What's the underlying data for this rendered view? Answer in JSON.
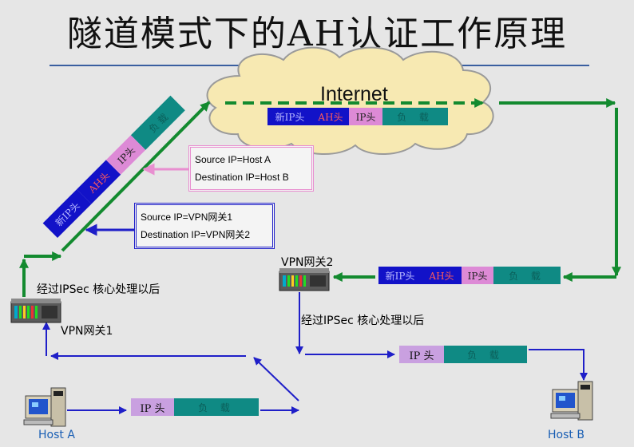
{
  "title": "隧道模式下的AH认证工作原理",
  "cloud": {
    "label": "Internet"
  },
  "packets": {
    "tunnel": {
      "new_ip": "新IP头",
      "ah": "AH头",
      "ip": "IP头",
      "payload": "负 载"
    },
    "plain": {
      "ip": "IP 头",
      "payload": "负 载"
    }
  },
  "source_box": {
    "line1": "Source IP=Host A",
    "line2": "Destination IP=Host B"
  },
  "vpn_box": {
    "line1": "Source IP=VPN网关1",
    "line2": "Destination IP=VPN网关2"
  },
  "labels": {
    "process_left": "经过IPSec 核心处理以后",
    "process_right": "经过IPSec 核心处理以后",
    "vpn1": "VPN网关1",
    "vpn2": "VPN网关2",
    "host_a": "Host A",
    "host_b": "Host B"
  },
  "colors": {
    "green": "#138a2f",
    "blue": "#1f1fc8",
    "pink": "#e88fd0",
    "cloud": "#f7e9b2",
    "teal": "#0f8a84"
  }
}
